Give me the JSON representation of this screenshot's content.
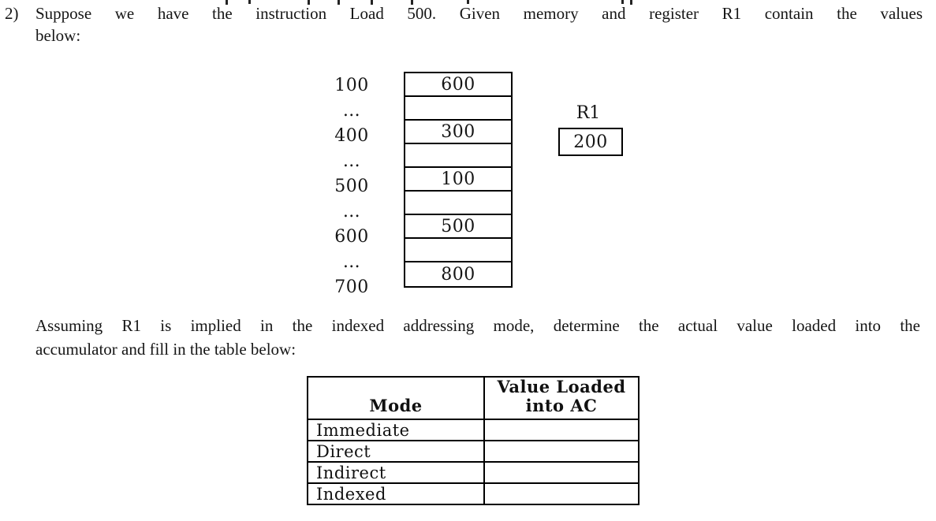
{
  "document": {
    "question_number": "2)",
    "question_line1": "Suppose we have the instruction Load 500. Given memory and register R1 contain the values",
    "question_line2": "below:",
    "note_line1": "Assuming R1 is implied in the indexed addressing mode, determine the actual value loaded into the",
    "note_line2": "accumulator and fill in the table below:"
  },
  "memory_figure": {
    "rows": [
      {
        "address": "100",
        "value": "600"
      },
      {
        "address": "…",
        "value": ""
      },
      {
        "address": "400",
        "value": "300"
      },
      {
        "address": "…",
        "value": ""
      },
      {
        "address": "500",
        "value": "100"
      },
      {
        "address": "…",
        "value": ""
      },
      {
        "address": "600",
        "value": "500"
      },
      {
        "address": "…",
        "value": ""
      },
      {
        "address": "700",
        "value": "800"
      }
    ],
    "register": {
      "name": "R1",
      "value": "200"
    }
  },
  "modes_table": {
    "header_mode": "Mode",
    "header_value_line1": "Value Loaded",
    "header_value_line2": "into AC",
    "rows": [
      {
        "mode": "Immediate",
        "value": ""
      },
      {
        "mode": "Direct",
        "value": ""
      },
      {
        "mode": "Indirect",
        "value": ""
      },
      {
        "mode": "Indexed",
        "value": ""
      }
    ]
  },
  "colors": {
    "background": "#ffffff",
    "text": "#161616",
    "line": "#000000"
  }
}
